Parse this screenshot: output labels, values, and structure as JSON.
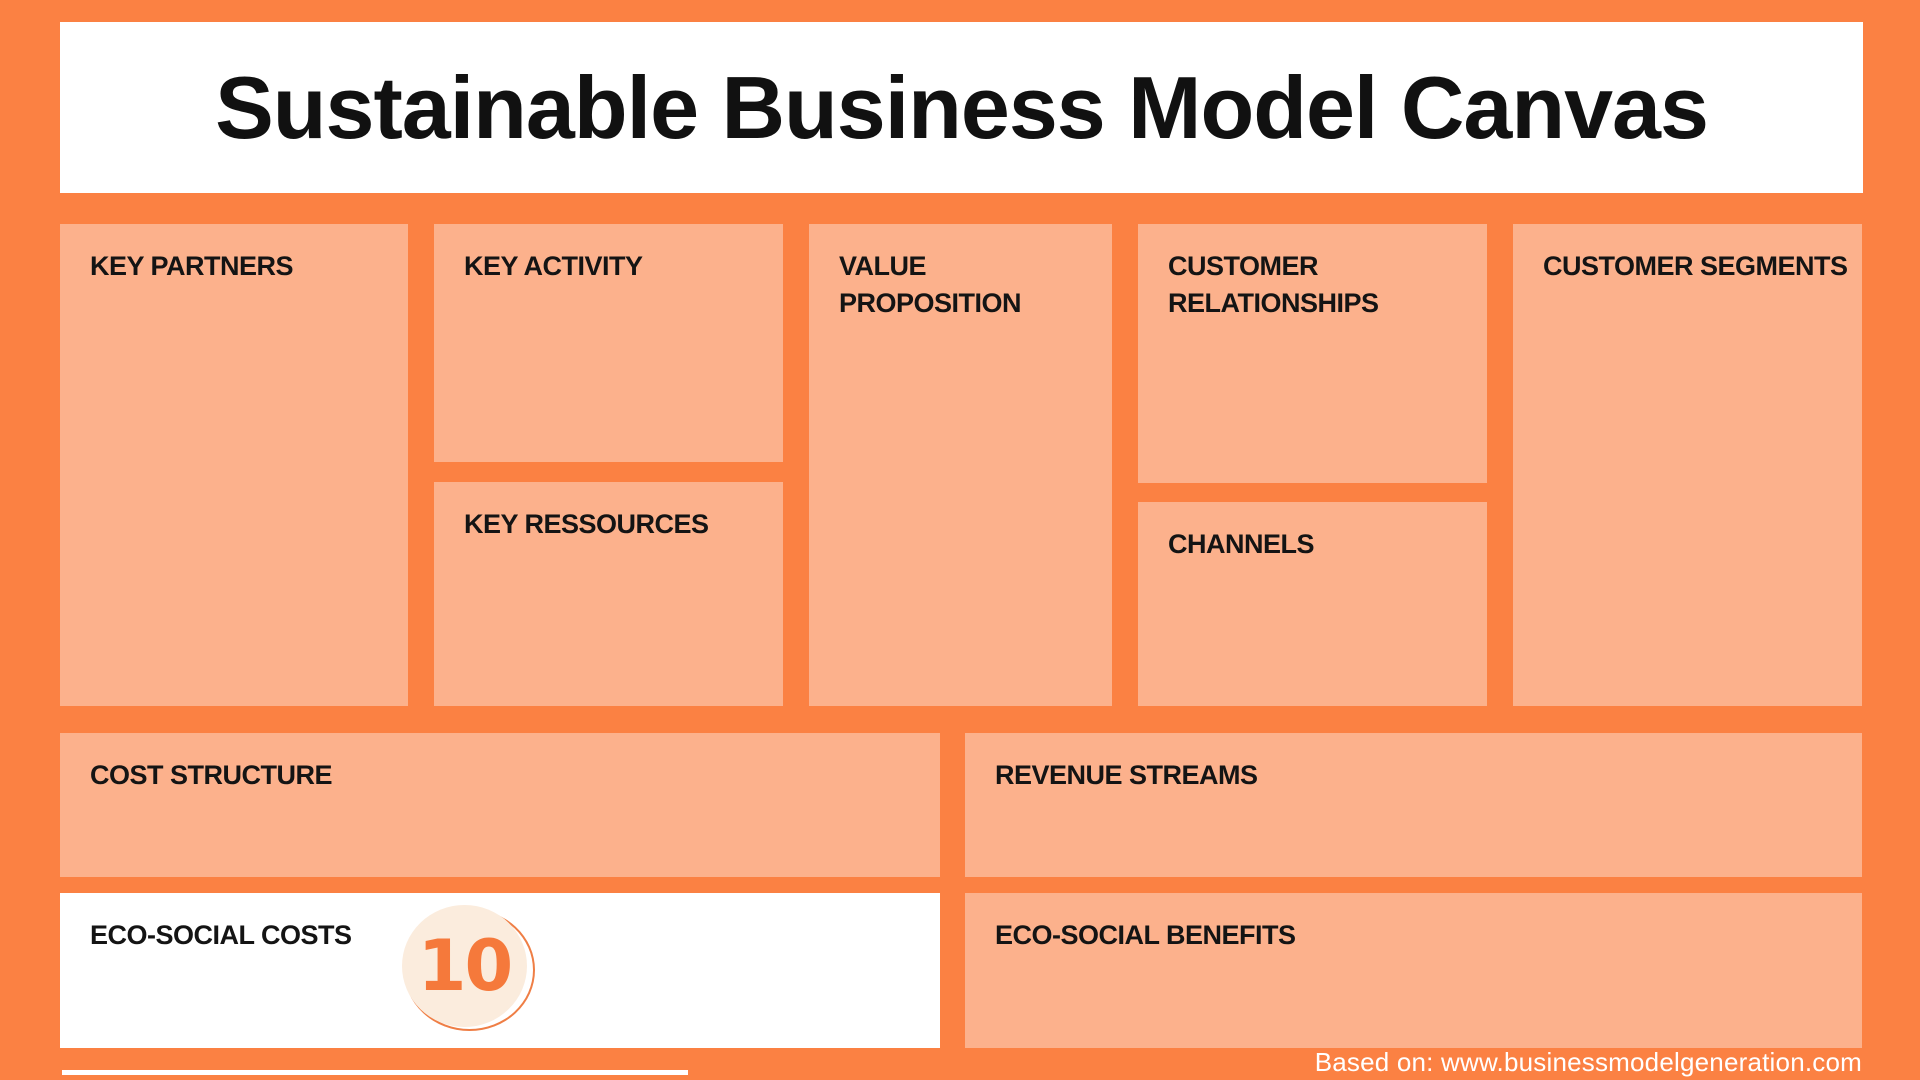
{
  "header": {
    "title": "Sustainable Business Model Canvas"
  },
  "sections": {
    "key_partners": "KEY PARTNERS",
    "key_activity": "KEY ACTIVITY",
    "key_ressources": "KEY RESSOURCES",
    "value_proposition": "VALUE PROPOSITION",
    "customer_relationships": "CUSTOMER RELATIONSHIPS",
    "channels": "CHANNELS",
    "customer_segments": "CUSTOMER SEGMENTS",
    "cost_structure": "COST STRUCTURE",
    "revenue_streams": "REVENUE STREAMS",
    "eco_social_costs": "ECO-SOCIAL COSTS",
    "eco_social_benefits": "ECO-SOCIAL BENEFITS"
  },
  "badge": {
    "value": "10"
  },
  "footer": {
    "text": "Based on: www.businessmodelgeneration.com"
  },
  "colors": {
    "background": "#FB8143",
    "box": "#FCB18C",
    "box_text": "#141414",
    "panel_white": "#FFFFFF",
    "accent": "#F5793B",
    "badge_fill": "#FBECDD",
    "badge_ring": "#EF7E45",
    "footer_text": "#FFFFFF"
  }
}
